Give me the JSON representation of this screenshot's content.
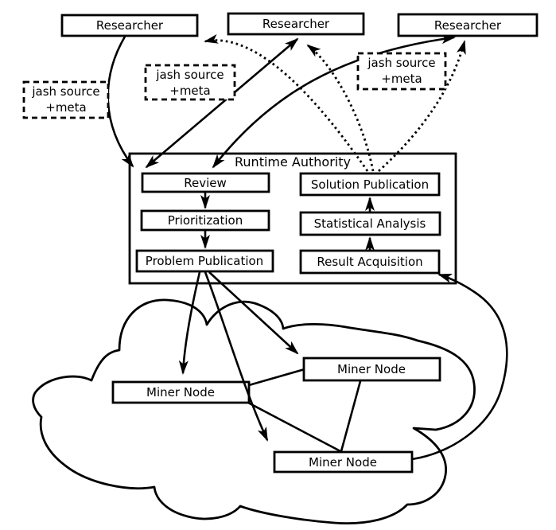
{
  "researchers": [
    "Researcher",
    "Researcher",
    "Researcher"
  ],
  "meta_labels": [
    [
      "jash source",
      "+meta"
    ],
    [
      "jash source",
      "+meta"
    ],
    [
      "jash source",
      "+meta"
    ]
  ],
  "runtime_authority": {
    "title": "Runtime Authority",
    "review": "Review",
    "prioritization": "Prioritization",
    "problem_publication": "Problem Publication",
    "solution_publication": "Solution Publication",
    "statistical_analysis": "Statistical Analysis",
    "result_acquisition": "Result Acquisition"
  },
  "miner_nodes": [
    "Miner Node",
    "Miner Node",
    "Miner Node"
  ],
  "colors": {
    "ink": "#000000",
    "paper": "#ffffff"
  }
}
